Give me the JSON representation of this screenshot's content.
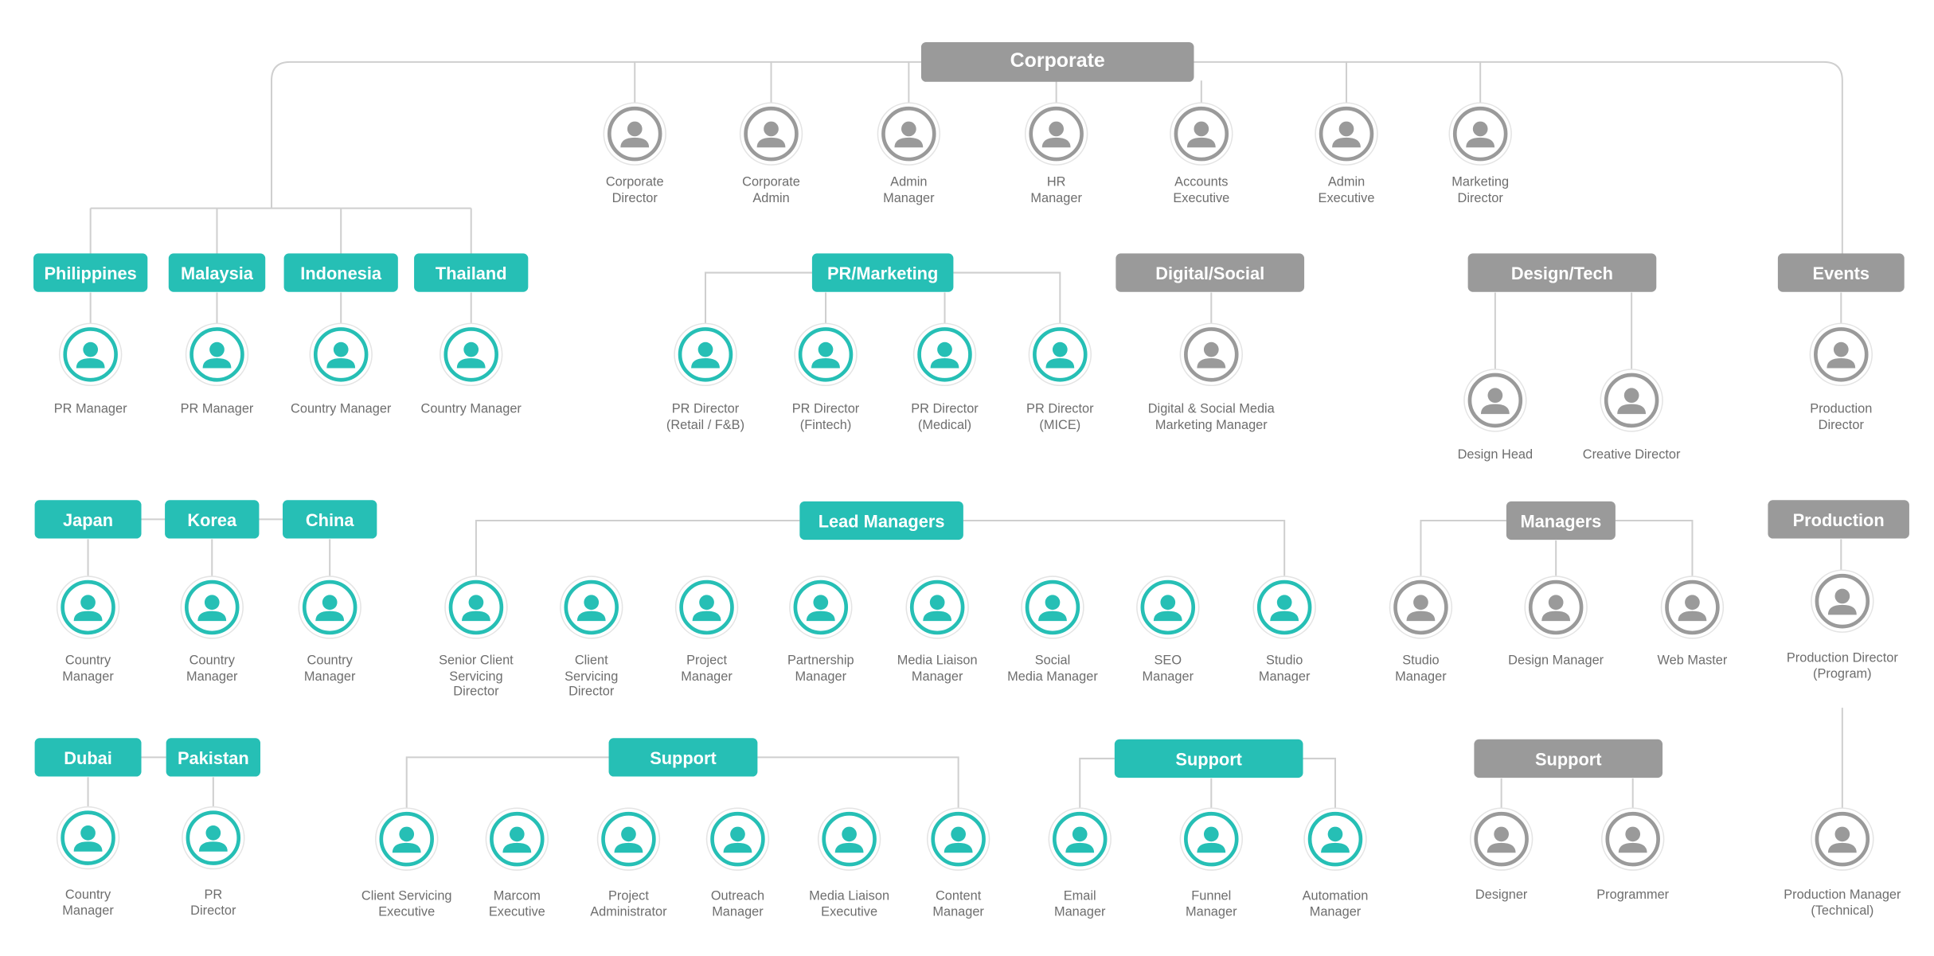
{
  "colors": {
    "teal": "#26bfb5",
    "gray": "#9a9a9a",
    "line": "#cfcfcf",
    "text": "#6e6e6e"
  },
  "nodes": {
    "corporate": "Corporate",
    "philippines": "Philippines",
    "malaysia": "Malaysia",
    "indonesia": "Indonesia",
    "thailand": "Thailand",
    "pr_marketing": "PR/Marketing",
    "digital_social": "Digital/Social",
    "design_tech": "Design/Tech",
    "events": "Events",
    "japan": "Japan",
    "korea": "Korea",
    "china": "China",
    "lead_managers": "Lead Managers",
    "managers": "Managers",
    "production": "Production",
    "dubai": "Dubai",
    "pakistan": "Pakistan",
    "support_1": "Support",
    "support_2": "Support",
    "support_3": "Support"
  },
  "people": {
    "corporate_director": [
      "Corporate",
      "Director"
    ],
    "corporate_admin": [
      "Corporate",
      "Admin"
    ],
    "admin_manager": [
      "Admin",
      "Manager"
    ],
    "hr_manager": [
      "HR",
      "Manager"
    ],
    "accounts_executive": [
      "Accounts",
      "Executive"
    ],
    "admin_executive": [
      "Admin",
      "Executive"
    ],
    "marketing_director": [
      "Marketing",
      "Director"
    ],
    "ph_pr_manager": [
      "PR Manager"
    ],
    "my_pr_manager": [
      "PR Manager"
    ],
    "id_country_manager": [
      "Country Manager"
    ],
    "th_country_manager": [
      "Country Manager"
    ],
    "pr_director_retail": [
      "PR Director",
      "(Retail / F&B)"
    ],
    "pr_director_fintech": [
      "PR Director",
      "(Fintech)"
    ],
    "pr_director_medical": [
      "PR Director",
      "(Medical)"
    ],
    "pr_director_mice": [
      "PR Director",
      "(MICE)"
    ],
    "digital_social_manager": [
      "Digital & Social Media",
      "Marketing Manager"
    ],
    "design_head": [
      "Design Head"
    ],
    "creative_director": [
      "Creative Director"
    ],
    "production_director": [
      "Production",
      "Director"
    ],
    "jp_country_manager": [
      "Country",
      "Manager"
    ],
    "kr_country_manager": [
      "Country",
      "Manager"
    ],
    "cn_country_manager": [
      "Country",
      "Manager"
    ],
    "senior_client_servicing_director": [
      "Senior Client",
      "Servicing",
      "Director"
    ],
    "client_servicing_director": [
      "Client",
      "Servicing",
      "Director"
    ],
    "project_manager": [
      "Project",
      "Manager"
    ],
    "partnership_manager": [
      "Partnership",
      "Manager"
    ],
    "media_liaison_manager": [
      "Media Liaison",
      "Manager"
    ],
    "social_media_manager": [
      "Social",
      "Media Manager"
    ],
    "seo_manager": [
      "SEO",
      "Manager"
    ],
    "studio_manager_teal": [
      "Studio",
      "Manager"
    ],
    "studio_manager_gray": [
      "Studio",
      "Manager"
    ],
    "design_manager": [
      "Design Manager"
    ],
    "web_master": [
      "Web Master"
    ],
    "production_director_program": [
      "Production Director",
      "(Program)"
    ],
    "dubai_country_manager": [
      "Country",
      "Manager"
    ],
    "pakistan_pr_director": [
      "PR",
      "Director"
    ],
    "client_servicing_executive": [
      "Client Servicing",
      "Executive"
    ],
    "marcom_executive": [
      "Marcom",
      "Executive"
    ],
    "project_administrator": [
      "Project",
      "Administrator"
    ],
    "outreach_manager": [
      "Outreach",
      "Manager"
    ],
    "media_liaison_executive": [
      "Media Liaison",
      "Executive"
    ],
    "content_manager": [
      "Content",
      "Manager"
    ],
    "email_manager": [
      "Email",
      "Manager"
    ],
    "funnel_manager": [
      "Funnel",
      "Manager"
    ],
    "automation_manager": [
      "Automation",
      "Manager"
    ],
    "designer": [
      "Designer"
    ],
    "programmer": [
      "Programmer"
    ],
    "production_manager_technical": [
      "Production Manager",
      "(Technical)"
    ]
  }
}
